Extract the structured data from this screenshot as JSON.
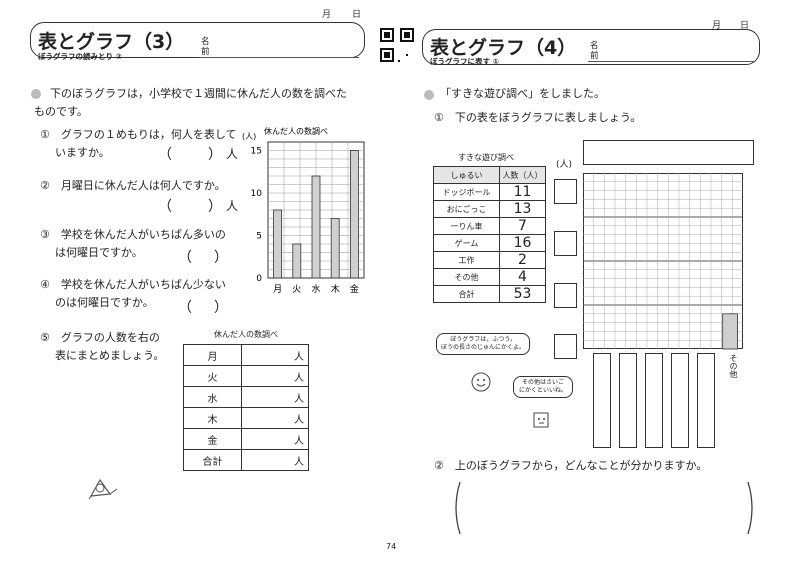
{
  "page_number": "74",
  "left": {
    "date_month": "月",
    "date_day": "日",
    "title": "表とグラフ（3）",
    "subtitle": "ぼうグラフの読みとり ②",
    "name_label_top": "名",
    "name_label_bottom": "前",
    "intro_line1": "下のぼうグラフは，小学校で１週間に休んだ人の数を調べた",
    "intro_line2": "ものです。",
    "q1_line1": "①　グラフの１めもりは，何人を表して",
    "q1_line2": "いますか。",
    "q2_line1": "②　月曜日に休んだ人は何人ですか。",
    "q3_line1": "③　学校を休んだ人がいちばん多いの",
    "q3_line2": "は何曜日ですか。",
    "q4_line1": "④　学校を休んだ人がいちばん少ない",
    "q4_line2": "のは何曜日ですか。",
    "q5_line1": "⑤　グラフの人数を右の",
    "q5_line2": "表にまとめましょう。",
    "paren_open": "（",
    "paren_close": "）",
    "unit_person": "人",
    "chart_data": {
      "type": "bar",
      "title": "休んだ人の数調べ",
      "ylabel": "(人)",
      "categories": [
        "月",
        "火",
        "水",
        "木",
        "金"
      ],
      "values": [
        8,
        4,
        12,
        7,
        15
      ],
      "ylim": [
        0,
        16
      ],
      "yticks": [
        "0",
        "5",
        "10",
        "15"
      ],
      "grid": true
    },
    "table": {
      "title": "休んだ人の数調べ",
      "rows": [
        "月",
        "火",
        "水",
        "木",
        "金",
        "合計"
      ],
      "unit": "人"
    }
  },
  "right": {
    "date_month": "月",
    "date_day": "日",
    "title": "表とグラフ（4）",
    "subtitle": "ぼうグラフに表す ①",
    "name_label_top": "名",
    "name_label_bottom": "前",
    "intro": "「すきな遊び調べ」をしました。",
    "q1": "①　下の表をぼうグラフに表しましょう。",
    "q2": "②　上のぼうグラフから，どんなことが分かりますか。",
    "table": {
      "title": "すきな遊び調べ",
      "headers": [
        "しゅるい",
        "人数（人）"
      ],
      "rows": [
        {
          "kind": "ドッジボール",
          "count": "11"
        },
        {
          "kind": "おにごっこ",
          "count": "13"
        },
        {
          "kind": "一りん車",
          "count": "7"
        },
        {
          "kind": "ゲーム",
          "count": "16"
        },
        {
          "kind": "工作",
          "count": "2"
        },
        {
          "kind": "その他",
          "count": "4"
        },
        {
          "kind": "合計",
          "count": "53"
        }
      ]
    },
    "graph_unit": "(人)",
    "sonota_label": "その他",
    "sonota_value": 4,
    "bubble1_line1": "ぼうグラフは，ふつう，",
    "bubble1_line2": "ぼうの長さのじゅんにかくよ。",
    "bubble2_line1": "その他はさいご",
    "bubble2_line2": "にかくといいね。"
  }
}
